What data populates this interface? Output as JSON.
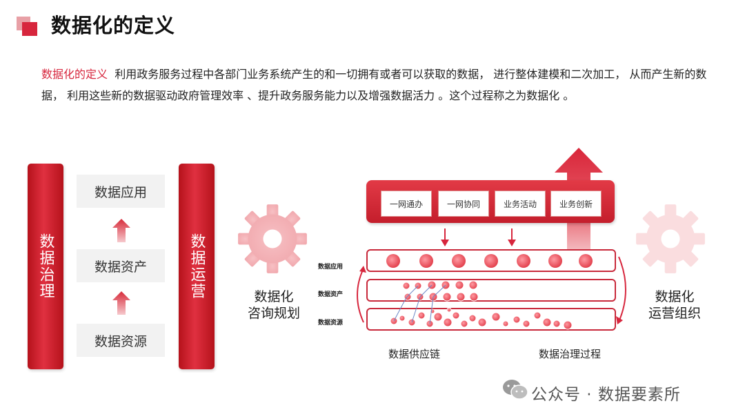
{
  "header": {
    "title": "数据化的定义",
    "brand_color": "#d7263d"
  },
  "definition": {
    "term": "数据化的定义",
    "text": "利用政务服务过程中各部门业务系统产生的和一切拥有或者可以获取的数据， 进行整体建模和二次加工， 从而产生新的数据， 利用这些新的数据驱动政府管理效率 、提升政务服务能力以及增强数据活力 。这个过程称之为数据化 。"
  },
  "left_diagram": {
    "pillar_left": "数据治理",
    "pillar_right": "数据运营",
    "stack": [
      "数据应用",
      "数据资产",
      "数据资源"
    ],
    "consulting_label": [
      "数据化",
      "咨询规划"
    ]
  },
  "right_diagram": {
    "services": [
      "一网通办",
      "一网协同",
      "业务活动",
      "业务创新"
    ],
    "layers": [
      "数据应用",
      "数据资产",
      "数据资源"
    ],
    "operations_label": [
      "数据化",
      "运营组织"
    ],
    "bottom_labels": [
      "数据供应链",
      "数据治理过程"
    ]
  },
  "footer": {
    "text": "公众号 · 数据要素所"
  }
}
